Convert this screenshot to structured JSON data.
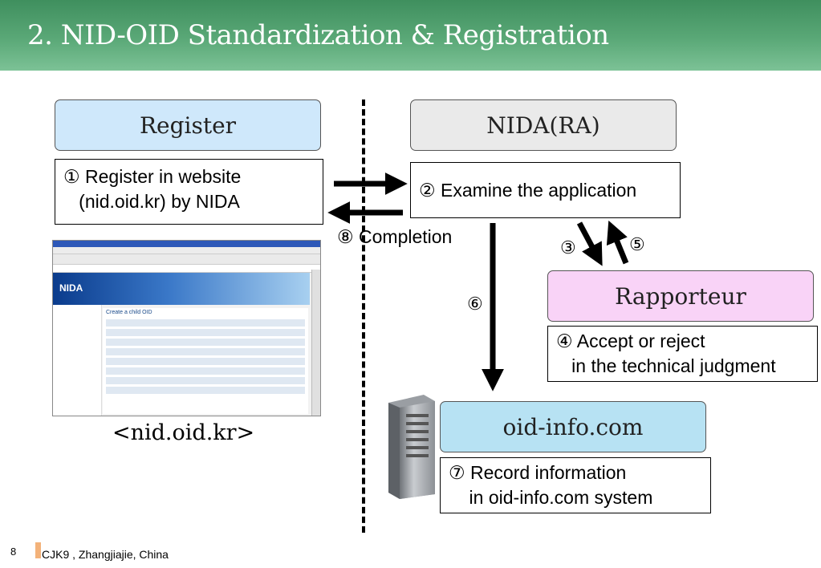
{
  "title": "2. NID-OID Standardization & Registration",
  "headers": {
    "register": "Register",
    "nida": "NIDA(RA)",
    "rapporteur": "Rapporteur",
    "oid_info": "oid-info.com"
  },
  "steps": {
    "s1_line1": "① Register in website",
    "s1_line2": "   (nid.oid.kr) by NIDA",
    "s2": "② Examine the application",
    "s4_line1": "④ Accept or reject",
    "s4_line2": "   in the technical judgment",
    "s7_line1": "⑦ Record information",
    "s7_line2": "    in oid-info.com system"
  },
  "labels": {
    "completion": "⑧ Completion",
    "n3": "③",
    "n5": "⑤",
    "n6": "⑥"
  },
  "screenshot_caption": "<nid.oid.kr>",
  "website_screenshot": {
    "logo": "NIDA",
    "form_title": "Create a child OID"
  },
  "footer": {
    "page_number": "8",
    "text": "CJK9 , Zhangjiajie, China"
  },
  "colors": {
    "title_green": "#5aa877",
    "register_fill": "#cfe8fb",
    "nida_fill": "#eaeaea",
    "rapporteur_fill": "#f9d3f7",
    "oid_info_fill": "#b7e2f3",
    "footer_accent": "#f3b27a"
  }
}
